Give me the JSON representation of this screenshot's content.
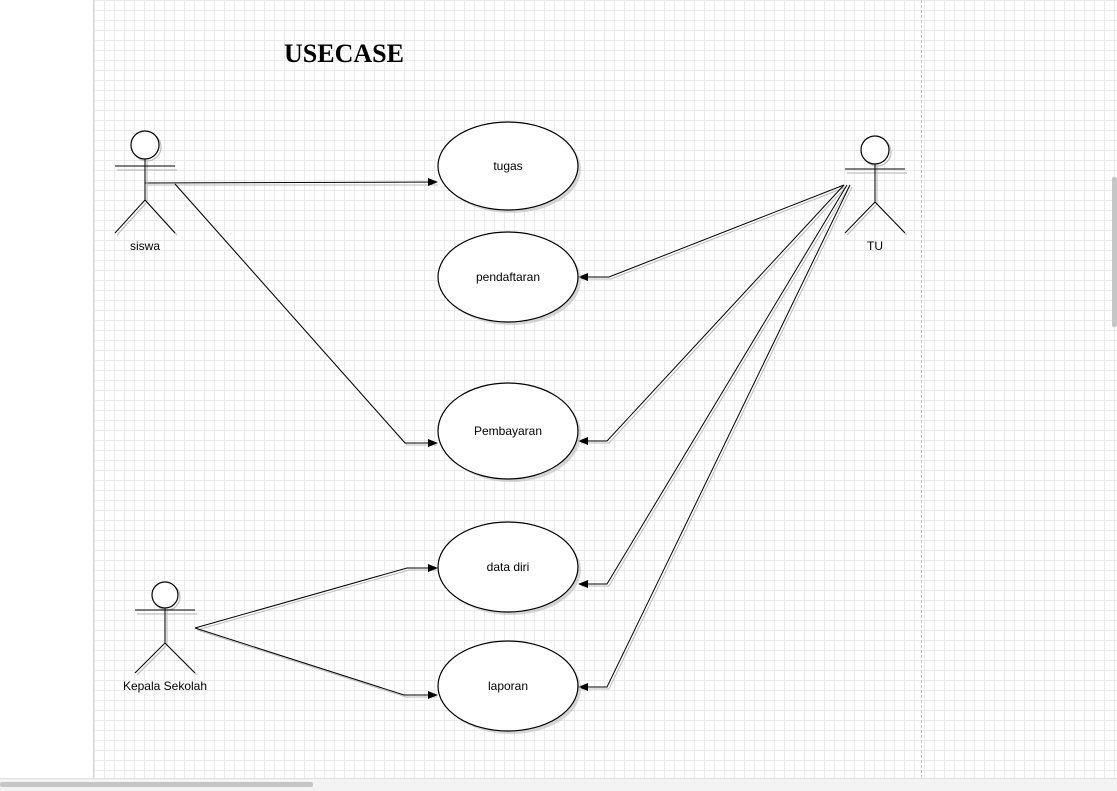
{
  "diagram": {
    "title": "USECASE",
    "actors": {
      "siswa": "siswa",
      "tu": "TU",
      "kepala": "Kepala Sekolah"
    },
    "usecases": {
      "tugas": "tugas",
      "pendaftaran": "pendaftaran",
      "pembayaran": "Pembayaran",
      "data_diri": "data diri",
      "laporan": "laporan"
    },
    "associations": [
      {
        "from": "siswa",
        "to": "tugas"
      },
      {
        "from": "siswa",
        "to": "Pembayaran"
      },
      {
        "from": "TU",
        "to": "pendaftaran"
      },
      {
        "from": "TU",
        "to": "Pembayaran"
      },
      {
        "from": "TU",
        "to": "data diri"
      },
      {
        "from": "TU",
        "to": "laporan"
      },
      {
        "from": "Kepala Sekolah",
        "to": "data diri"
      },
      {
        "from": "Kepala Sekolah",
        "to": "laporan"
      }
    ]
  }
}
